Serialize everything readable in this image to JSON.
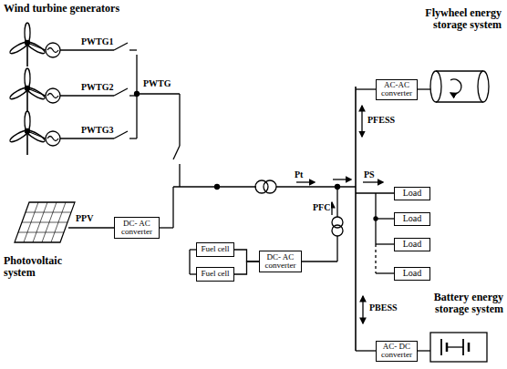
{
  "diagram": {
    "nodes": [
      {
        "text": [
          "AC-AC converter"
        ]
      },
      {
        "text": [
          "Load"
        ]
      },
      {
        "text": [
          "Load"
        ]
      },
      {
        "text": [
          "Load"
        ]
      },
      {
        "text": [
          "Load"
        ]
      },
      {
        "text": [
          "DC- AC converter"
        ]
      },
      {
        "text": [
          "Fuel cell"
        ]
      },
      {
        "text": [
          "Fuel cell"
        ]
      },
      {
        "text": [
          "DC- AC converter"
        ]
      },
      {
        "text": [
          "AC- DC converter"
        ]
      }
    ],
    "edges": [
      {
        "from": 6,
        "to": 8,
        "arrow": "none"
      },
      {
        "from": 7,
        "to": 8,
        "arrow": "none"
      }
    ],
    "labels": [
      "Wind turbine generators",
      "PWTG1",
      "PWTG2",
      "PWTG3",
      "PWTG",
      "PPV",
      "Photovoltaic system",
      "Pt",
      "PFC",
      "PS",
      "PFESS",
      "PBESS",
      "Flywheel energy storage system",
      "Battery energy storage system"
    ]
  }
}
